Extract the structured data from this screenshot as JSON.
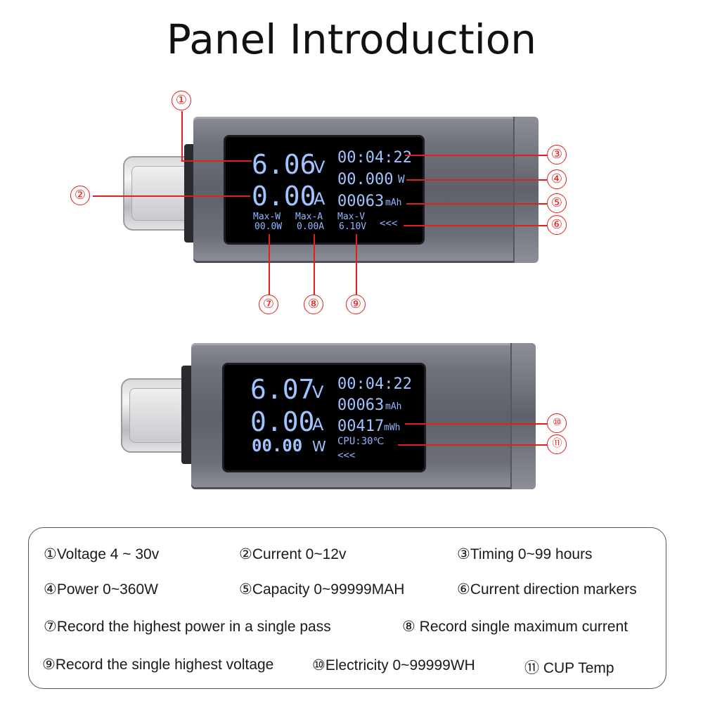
{
  "title": "Panel Introduction",
  "device_top": {
    "voltage": "6.06",
    "voltage_unit": "V",
    "current": "0.00",
    "current_unit": "A",
    "timer": "00:04:22",
    "power": "00.000",
    "power_unit": "W",
    "capacity": "00063",
    "capacity_unit": "mAh",
    "max_w_label": "Max-W",
    "max_w_value": "00.0W",
    "max_a_label": "Max-A",
    "max_a_value": "0.00A",
    "max_v_label": "Max-V",
    "max_v_value": "6.10V",
    "arrows": "<<<"
  },
  "device_bottom": {
    "voltage": "6.07",
    "voltage_unit": "V",
    "current": "0.00",
    "current_unit": "A",
    "power": "00.00",
    "power_unit": "W",
    "timer": "00:04:22",
    "capacity": "00063",
    "capacity_unit": "mAh",
    "energy": "00417",
    "energy_unit": "mWh",
    "cpu": "CPU:30℃",
    "arrows": "<<<"
  },
  "callouts": [
    "①",
    "②",
    "③",
    "④",
    "⑤",
    "⑥",
    "⑦",
    "⑧",
    "⑨",
    "⑩",
    "⑪"
  ],
  "legend": [
    "①Voltage 4 ~ 30v",
    "②Current 0~12v",
    "③Timing 0~99 hours",
    "④Power 0~360W",
    "⑤Capacity 0~99999MAH",
    "⑥Current direction markers",
    "⑦Record the highest power in a single pass",
    "⑧ Record single maximum current",
    "⑨Record the single highest voltage",
    "⑩Electricity 0~99999WH",
    "⑪ CUP Temp"
  ],
  "colors": {
    "accent": "#e0201b",
    "lcd_text": "#9fc4ff"
  }
}
